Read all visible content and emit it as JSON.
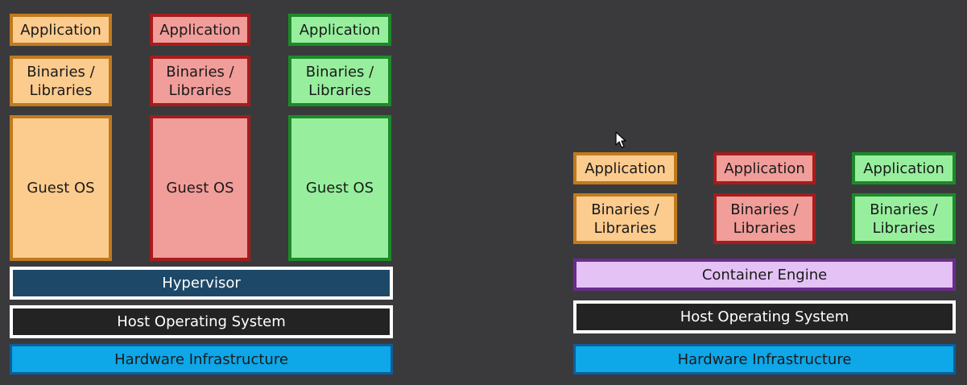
{
  "vm_stack": {
    "columns": [
      {
        "application": "Application",
        "binaries": "Binaries /\nLibraries",
        "guest_os": "Guest OS"
      },
      {
        "application": "Application",
        "binaries": "Binaries /\nLibraries",
        "guest_os": "Guest OS"
      },
      {
        "application": "Application",
        "binaries": "Binaries /\nLibraries",
        "guest_os": "Guest OS"
      }
    ],
    "hypervisor": "Hypervisor",
    "host_os": "Host Operating System",
    "hardware": "Hardware Infrastructure"
  },
  "container_stack": {
    "columns": [
      {
        "application": "Application",
        "binaries": "Binaries /\nLibraries"
      },
      {
        "application": "Application",
        "binaries": "Binaries /\nLibraries"
      },
      {
        "application": "Application",
        "binaries": "Binaries /\nLibraries"
      }
    ],
    "container_engine": "Container Engine",
    "host_os": "Host Operating System",
    "hardware": "Hardware Infrastructure"
  },
  "colors": {
    "background": "#3a3a3c",
    "orange_fill": "#fccb8e",
    "orange_border": "#c07a1e",
    "red_fill": "#f19d9a",
    "red_border": "#a61c1c",
    "green_fill": "#97ef9d",
    "green_border": "#1d8a2a",
    "hypervisor_fill": "#1e4868",
    "host_fill": "#232323",
    "hardware_fill": "#0ea7e8",
    "engine_fill": "#e4c2f5",
    "engine_border": "#6a2c8c"
  },
  "icons": {
    "pointer": "mouse-pointer-icon"
  }
}
